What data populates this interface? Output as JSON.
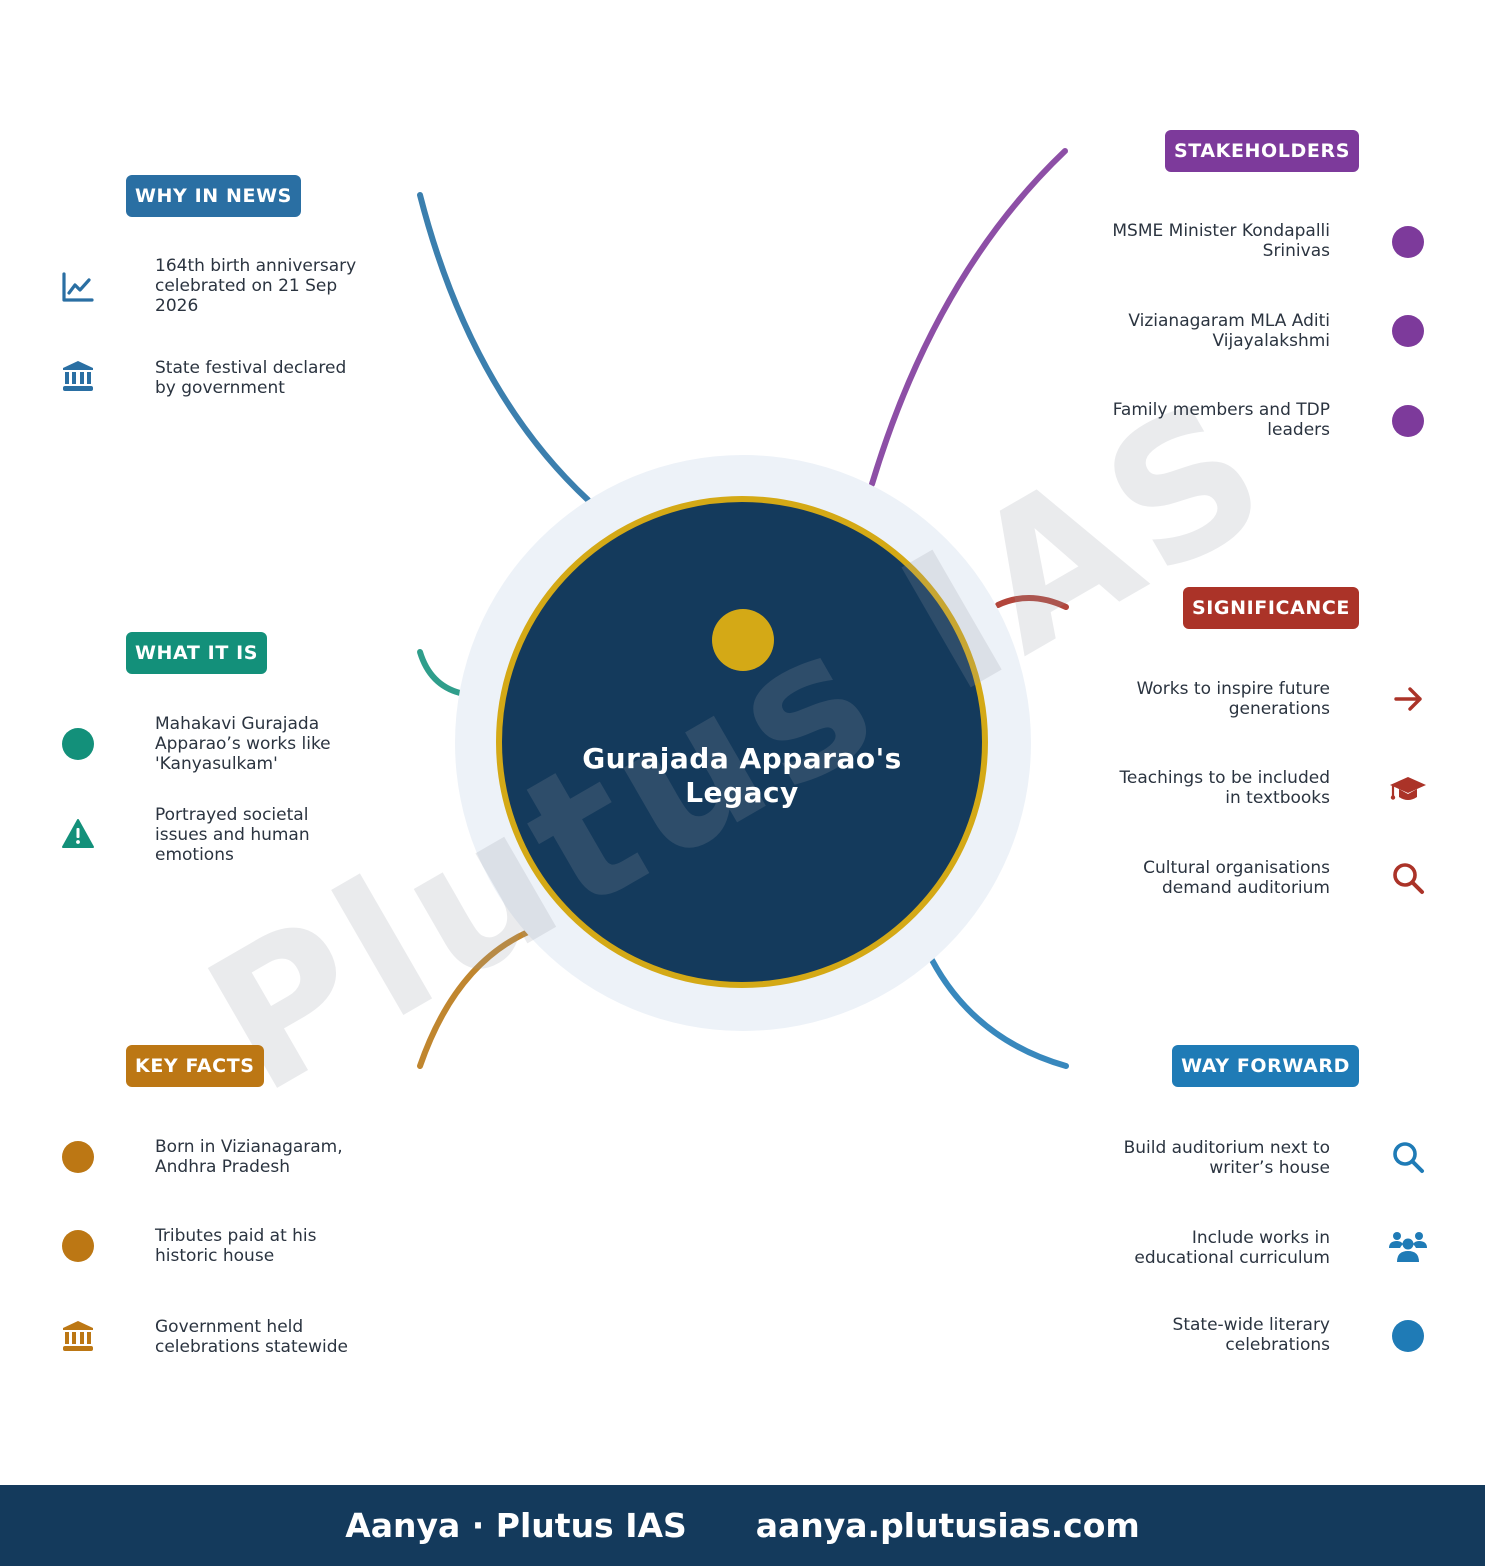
{
  "hub": {
    "title": "Gurajada Apparao's Legacy",
    "watermark": "Plutus IAS"
  },
  "colors": {
    "navy": "#143a5c",
    "gold": "#d4a916",
    "why_in_news": "#2a6fa3",
    "what_it_is": "#13907a",
    "key_facts": "#bc7714",
    "stakeholders": "#7d3a9b",
    "significance": "#ab3328",
    "way_forward": "#1f7bb6"
  },
  "sections": {
    "why_in_news": {
      "label": "WHY IN NEWS",
      "items": [
        {
          "text": "164th birth anniversary celebrated on 21 Sep 2026",
          "icon": "chart-line-icon"
        },
        {
          "text": "State festival declared by government",
          "icon": "government-building-icon"
        }
      ]
    },
    "what_it_is": {
      "label": "WHAT IT IS",
      "items": [
        {
          "text": "Mahakavi Gurajada Apparao’s works like 'Kanyasulkam'",
          "icon": "dot-icon"
        },
        {
          "text": "Portrayed societal issues and human emotions",
          "icon": "warning-icon"
        }
      ]
    },
    "key_facts": {
      "label": "KEY FACTS",
      "items": [
        {
          "text": "Born in Vizianagaram, Andhra Pradesh",
          "icon": "dot-icon"
        },
        {
          "text": "Tributes paid at his historic house",
          "icon": "dot-icon"
        },
        {
          "text": "Government held celebrations statewide",
          "icon": "government-building-icon"
        }
      ]
    },
    "stakeholders": {
      "label": "STAKEHOLDERS",
      "items": [
        {
          "text": "MSME Minister Kondapalli Srinivas",
          "icon": "dot-icon"
        },
        {
          "text": "Vizianagaram MLA Aditi Vijayalakshmi",
          "icon": "dot-icon"
        },
        {
          "text": "Family members and TDP leaders",
          "icon": "dot-icon"
        }
      ]
    },
    "significance": {
      "label": "SIGNIFICANCE",
      "items": [
        {
          "text": "Works to inspire future generations",
          "icon": "arrow-right-icon"
        },
        {
          "text": "Teachings to be included in textbooks",
          "icon": "graduation-cap-icon"
        },
        {
          "text": "Cultural organisations demand auditorium",
          "icon": "search-icon"
        }
      ]
    },
    "way_forward": {
      "label": "WAY FORWARD",
      "items": [
        {
          "text": "Build auditorium next to writer’s house",
          "icon": "search-icon"
        },
        {
          "text": "Include works in educational curriculum",
          "icon": "people-group-icon"
        },
        {
          "text": "State-wide literary celebrations",
          "icon": "dot-icon"
        }
      ]
    }
  },
  "footer": {
    "brand": "Aanya · Plutus IAS",
    "website": "aanya.plutusias.com"
  }
}
